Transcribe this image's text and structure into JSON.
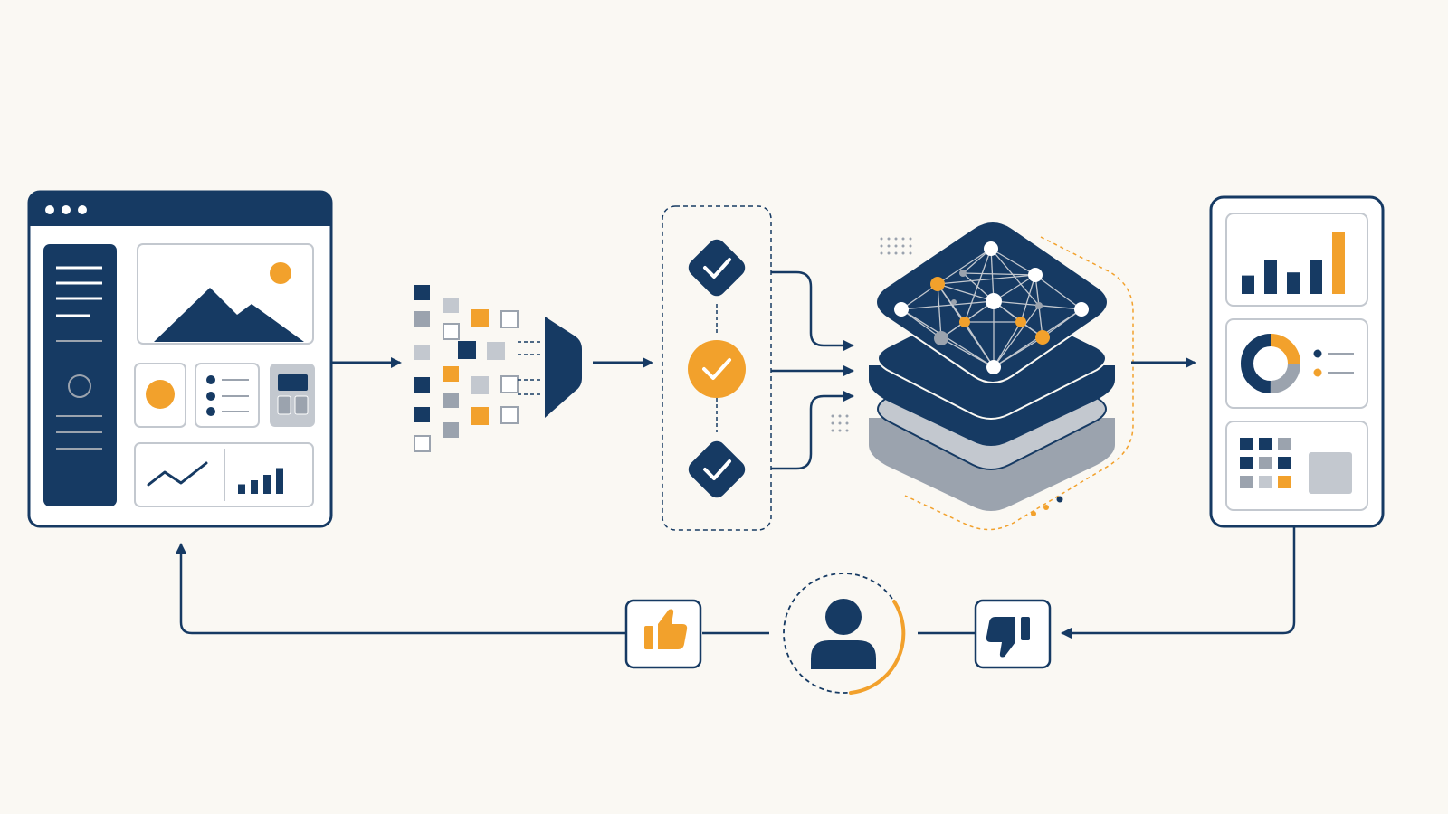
{
  "colors": {
    "background": "#FAF8F3",
    "navy": "#163A63",
    "orange": "#F2A12C",
    "gray": "#9BA3AE",
    "light_gray": "#C3C8CF",
    "white": "#FFFFFF"
  },
  "icons": {
    "browser_window": "browser-window-icon",
    "image_placeholder": "mountain-image-icon",
    "data_points": "data-squares-icon",
    "funnel": "funnel-icon",
    "validation": "checkmark-icon",
    "model": "neural-network-stack-icon",
    "dashboard": "dashboard-icon",
    "user": "user-icon",
    "thumbs_up": "thumbs-up-icon",
    "thumbs_down": "thumbs-down-icon"
  },
  "dashboard": {
    "bar_chart_levels": [
      0.3,
      0.55,
      0.35,
      0.55,
      1.0
    ],
    "donut_segments": [
      0.25,
      0.25,
      0.5
    ]
  },
  "ui_window": {
    "mini_bar_levels": [
      0.35,
      0.5,
      0.7,
      0.95
    ]
  }
}
